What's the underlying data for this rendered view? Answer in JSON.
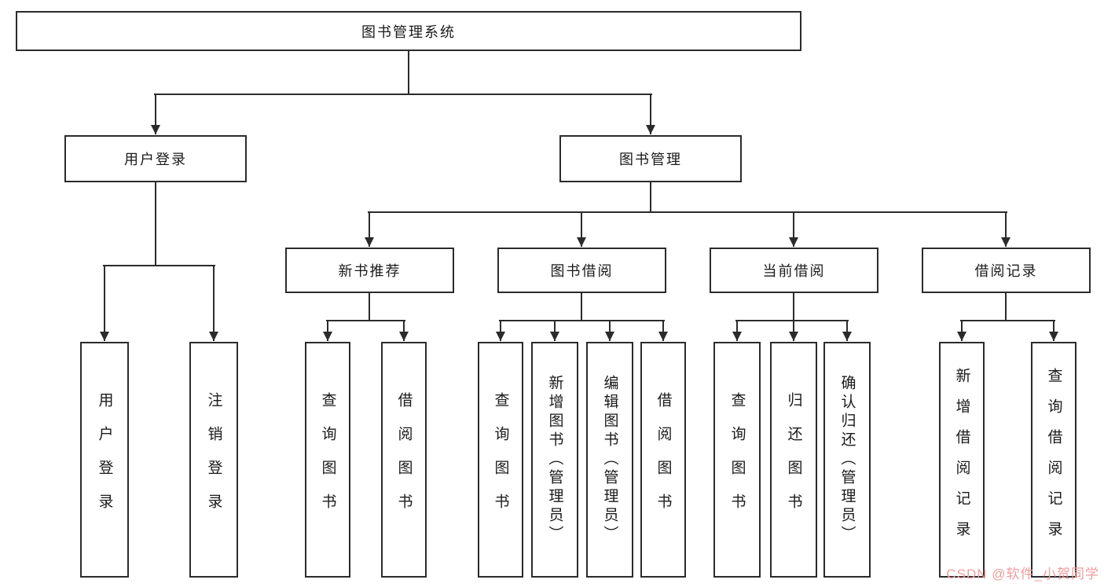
{
  "tree": {
    "root": "图书管理系统",
    "user_login": {
      "label": "用户登录",
      "children": [
        "用户登录",
        "注销登录"
      ]
    },
    "book_mgmt": {
      "label": "图书管理",
      "sections": {
        "new_books": {
          "label": "新书推荐",
          "children": [
            "查询图书",
            "借阅图书"
          ]
        },
        "borrowing": {
          "label": "图书借阅",
          "children": [
            "查询图书",
            "新增图书（管理员）",
            "编辑图书（管理员）",
            "借阅图书"
          ]
        },
        "current": {
          "label": "当前借阅",
          "children": [
            "查询图书",
            "归还图书",
            "确认归还（管理员）"
          ]
        },
        "records": {
          "label": "借阅记录",
          "children": [
            "新增借阅记录",
            "查询借阅记录"
          ]
        }
      }
    }
  },
  "watermark": "CSDN @软件_小贺同学",
  "colors": {
    "line": "#2b2b2b",
    "box_border": "#2b2b2b",
    "text": "#1a1a1a",
    "watermark": "#f19c9c"
  }
}
